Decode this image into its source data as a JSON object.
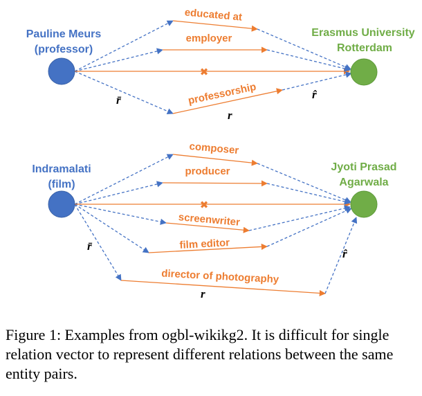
{
  "colors": {
    "head": "#4472C4",
    "tail": "#70AD47",
    "relation": "#ED7D31",
    "vector": "#4472C4"
  },
  "diagram1": {
    "head_label": [
      "Pauline Meurs",
      "(professor)"
    ],
    "tail_label": [
      "Erasmus University",
      "Rotterdam"
    ],
    "relations": [
      "educated at",
      "employer",
      "professorship"
    ],
    "cross": "✖",
    "r_bar": "r̄",
    "r_hat": "r̂",
    "r": "r"
  },
  "diagram2": {
    "head_label": [
      "Indramalati",
      "(film)"
    ],
    "tail_label": [
      "Jyoti Prasad",
      "Agarwala"
    ],
    "relations": [
      "composer",
      "producer",
      "screenwriter",
      "film editor",
      "director of photography"
    ],
    "cross": "✖",
    "r_bar": "r̄",
    "r_hat": "r̂",
    "r": "r"
  },
  "caption": "Figure 1: Examples from ogbl-wikikg2. It is difficult for single relation vector to represent different relations between the same entity pairs."
}
